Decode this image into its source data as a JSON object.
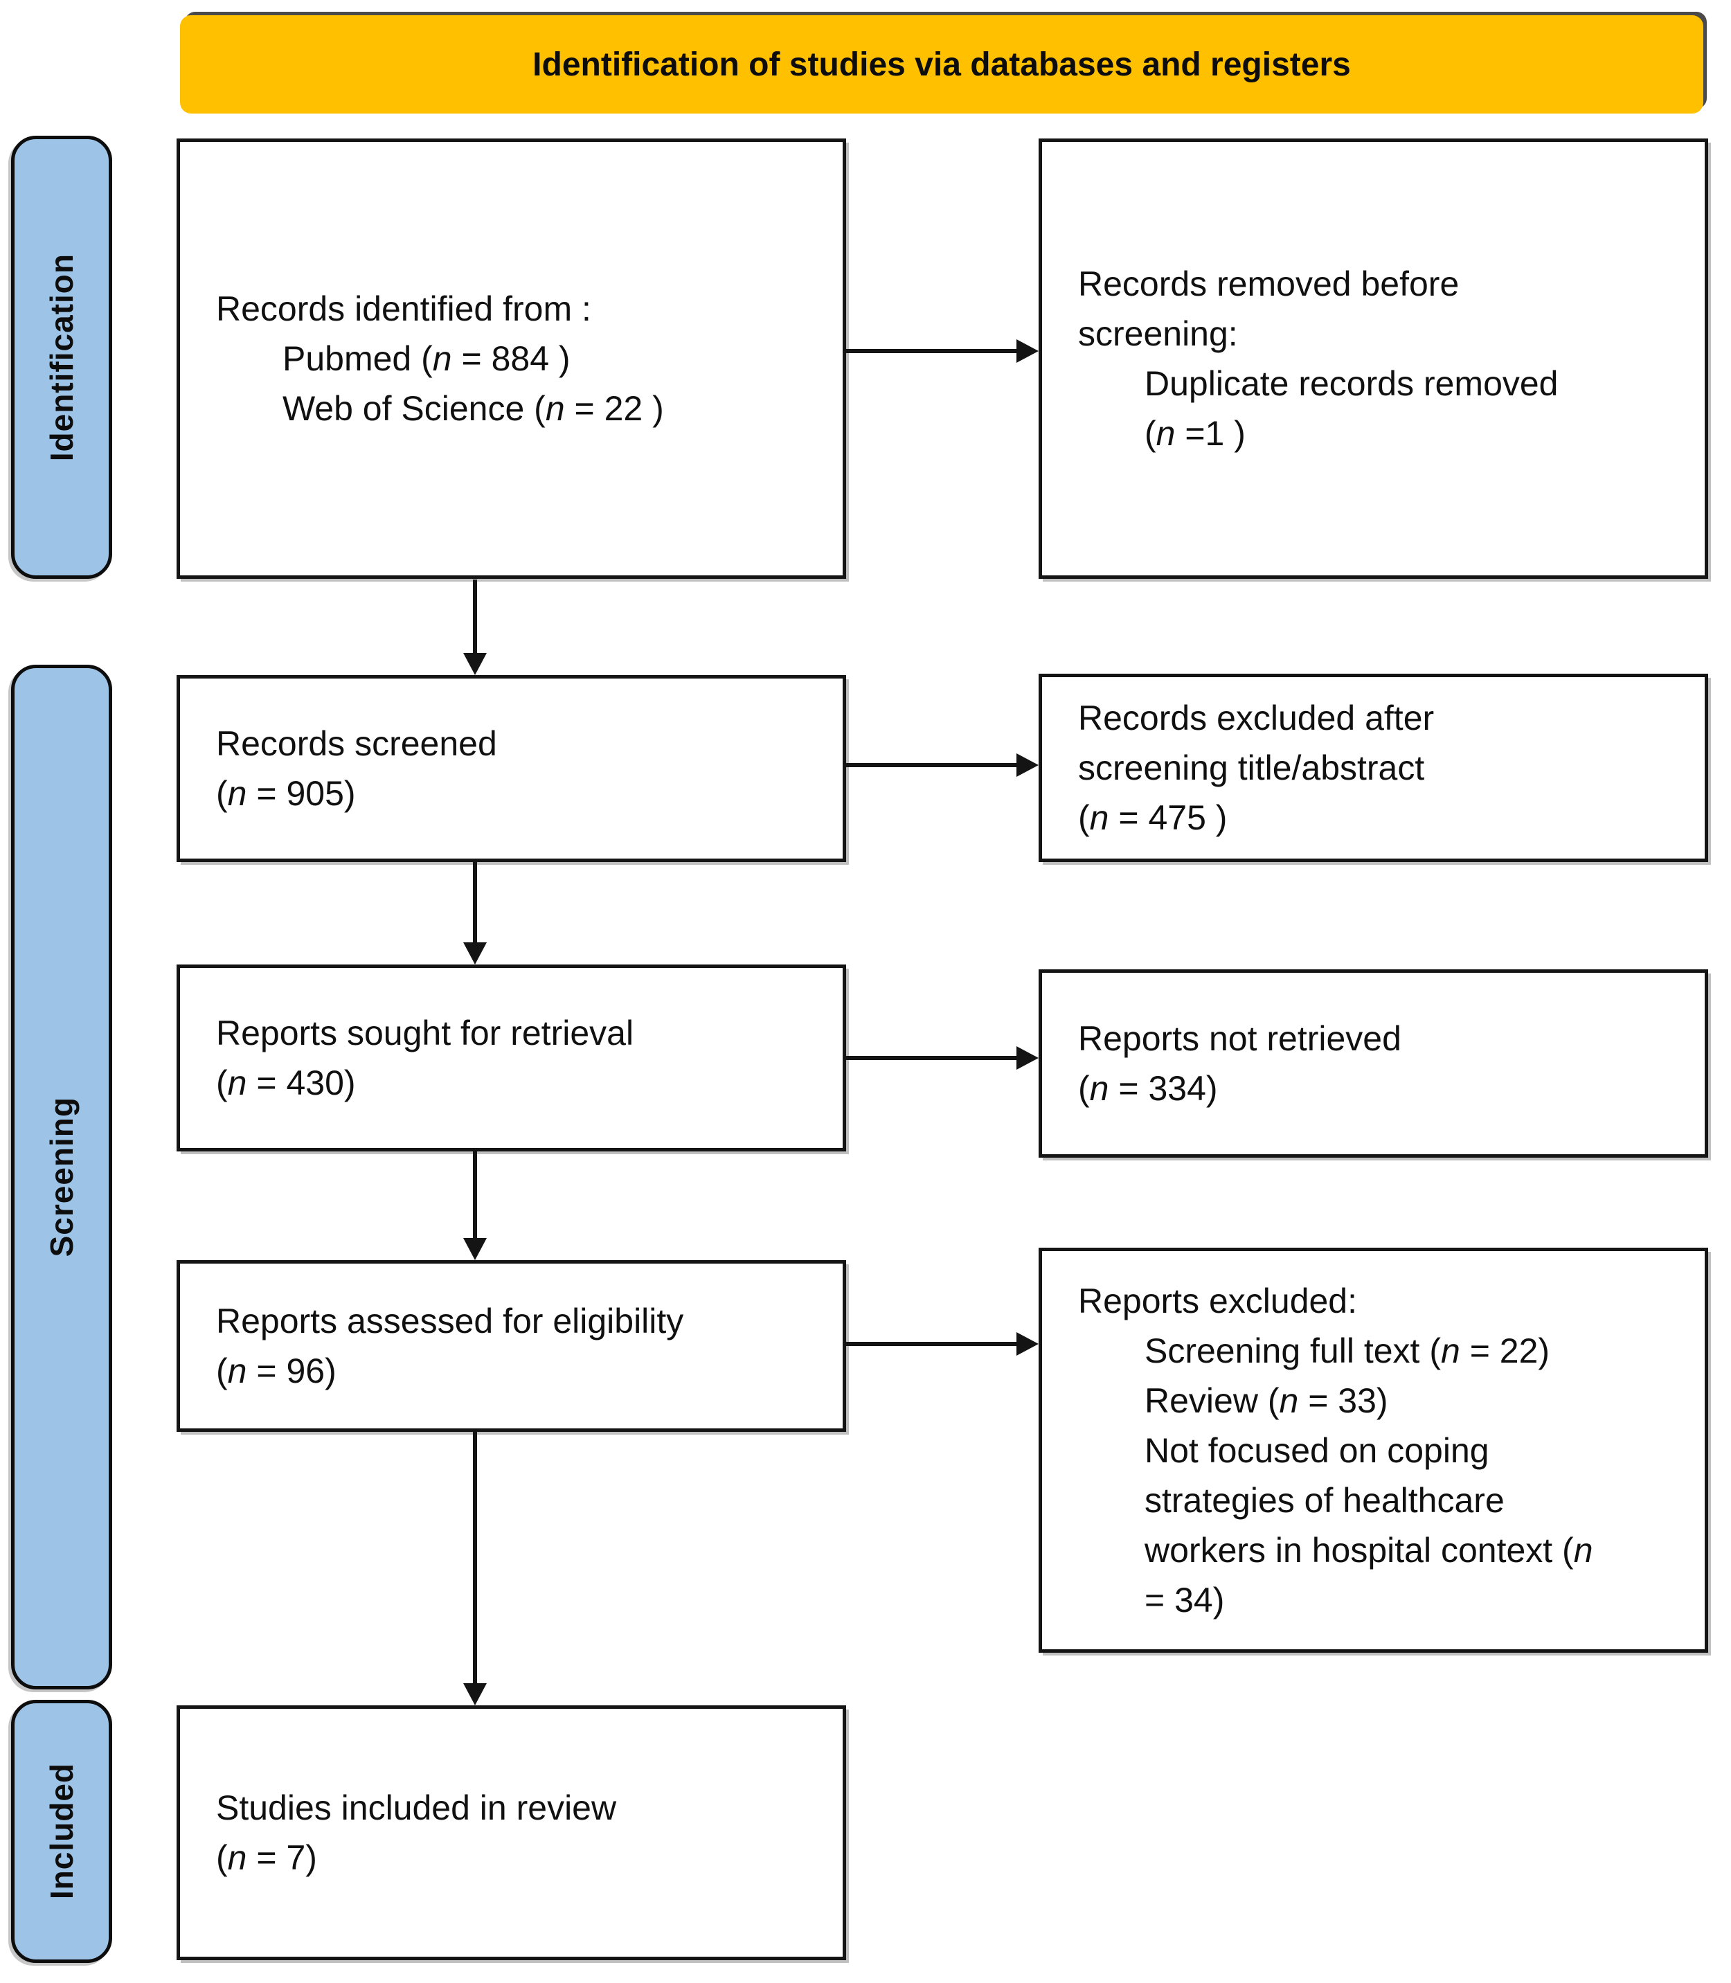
{
  "title": "Identification of studies via databases and registers",
  "colors": {
    "banner": "#FFC000",
    "sidebar_fill": "#9DC3E6",
    "box_border": "#141414",
    "arrow": "#141414"
  },
  "sidebar": [
    {
      "id": "identification",
      "label": "Identification"
    },
    {
      "id": "screening",
      "label": "Screening"
    },
    {
      "id": "included",
      "label": "Included"
    }
  ],
  "boxes": {
    "records_identified": {
      "lines": [
        {
          "text": "Records identified from :",
          "indent": 0
        },
        {
          "text": "Pubmed (n = 884 )",
          "indent": 1
        },
        {
          "text": "Web of Science (n = 22 )",
          "indent": 1
        }
      ]
    },
    "records_removed": {
      "lines": [
        {
          "text": "Records removed before",
          "indent": 0
        },
        {
          "text": "screening:",
          "indent": 0
        },
        {
          "text": "Duplicate records removed",
          "indent": 1
        },
        {
          "text": "(n =1 )",
          "indent": 1
        }
      ]
    },
    "records_screened": {
      "lines": [
        {
          "text": "Records screened",
          "indent": 0
        },
        {
          "text": "(n = 905)",
          "indent": 0
        }
      ]
    },
    "records_excluded": {
      "lines": [
        {
          "text": "Records excluded after",
          "indent": 0
        },
        {
          "text": "screening title/abstract",
          "indent": 0
        },
        {
          "text": "(n = 475 )",
          "indent": 0
        }
      ]
    },
    "reports_sought": {
      "lines": [
        {
          "text": "Reports sought for retrieval",
          "indent": 0
        },
        {
          "text": "(n = 430)",
          "indent": 0
        }
      ]
    },
    "reports_not_retrieved": {
      "lines": [
        {
          "text": "Reports not retrieved",
          "indent": 0
        },
        {
          "text": "(n = 334)",
          "indent": 0
        }
      ]
    },
    "reports_assessed": {
      "lines": [
        {
          "text": "Reports assessed for eligibility",
          "indent": 0
        },
        {
          "text": "(n = 96)",
          "indent": 0
        }
      ]
    },
    "reports_excluded": {
      "lines": [
        {
          "text": "Reports excluded:",
          "indent": 0
        },
        {
          "text": "Screening full text (n = 22)",
          "indent": 1
        },
        {
          "text": "Review (n = 33)",
          "indent": 1
        },
        {
          "text": "Not focused on coping",
          "indent": 1
        },
        {
          "text": "strategies of healthcare",
          "indent": 1
        },
        {
          "text": "workers in hospital context (n",
          "indent": 1
        },
        {
          "text": "= 34)",
          "indent": 1
        }
      ]
    },
    "studies_included": {
      "lines": [
        {
          "text": "Studies included in review",
          "indent": 0
        },
        {
          "text": "(n = 7)",
          "indent": 0
        }
      ]
    }
  }
}
